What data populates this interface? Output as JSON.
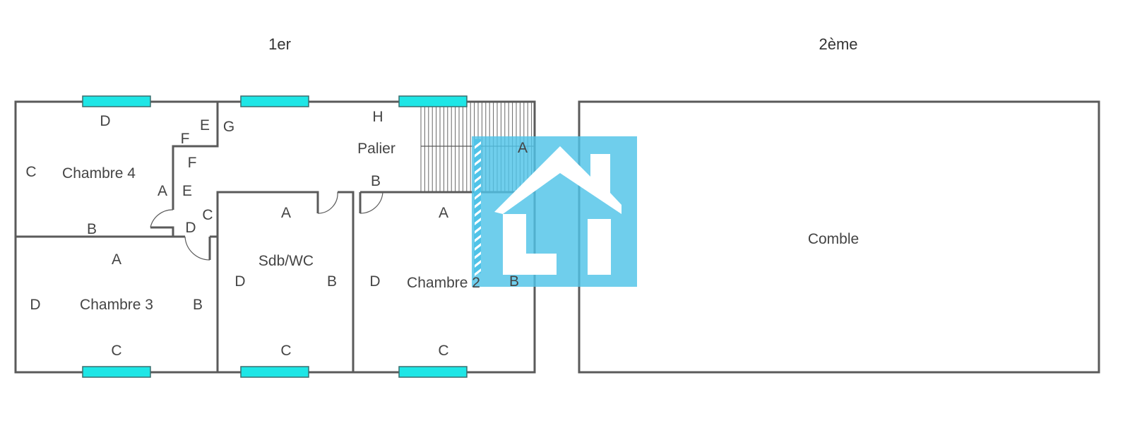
{
  "floors": [
    {
      "title": "1er"
    },
    {
      "title": "2ème"
    }
  ],
  "rooms": {
    "chambre4": "Chambre 4",
    "chambre3": "Chambre 3",
    "sdb": "Sdb/WC",
    "chambre2": "Chambre 2",
    "palier": "Palier",
    "comble": "Comble"
  },
  "wall_labels": {
    "c4_top": "D",
    "c4_left": "C",
    "c4_bottom": "B",
    "c4_right": "A",
    "cor_e1": "E",
    "cor_f1": "F",
    "cor_g": "G",
    "cor_f2": "F",
    "cor_e2": "E",
    "cor_c": "C",
    "cor_d": "D",
    "c3_top": "A",
    "c3_left": "D",
    "c3_right": "B",
    "c3_bottom": "C",
    "sdb_top": "A",
    "sdb_left": "D",
    "sdb_right": "B",
    "sdb_bottom": "C",
    "pal_h": "H",
    "pal_b": "B",
    "stair_a": "A",
    "c2_top": "A",
    "c2_left": "D",
    "c2_right": "B",
    "c2_bottom": "C"
  },
  "colors": {
    "window": "#1ee6e6",
    "logo": "#4fc3e8"
  }
}
